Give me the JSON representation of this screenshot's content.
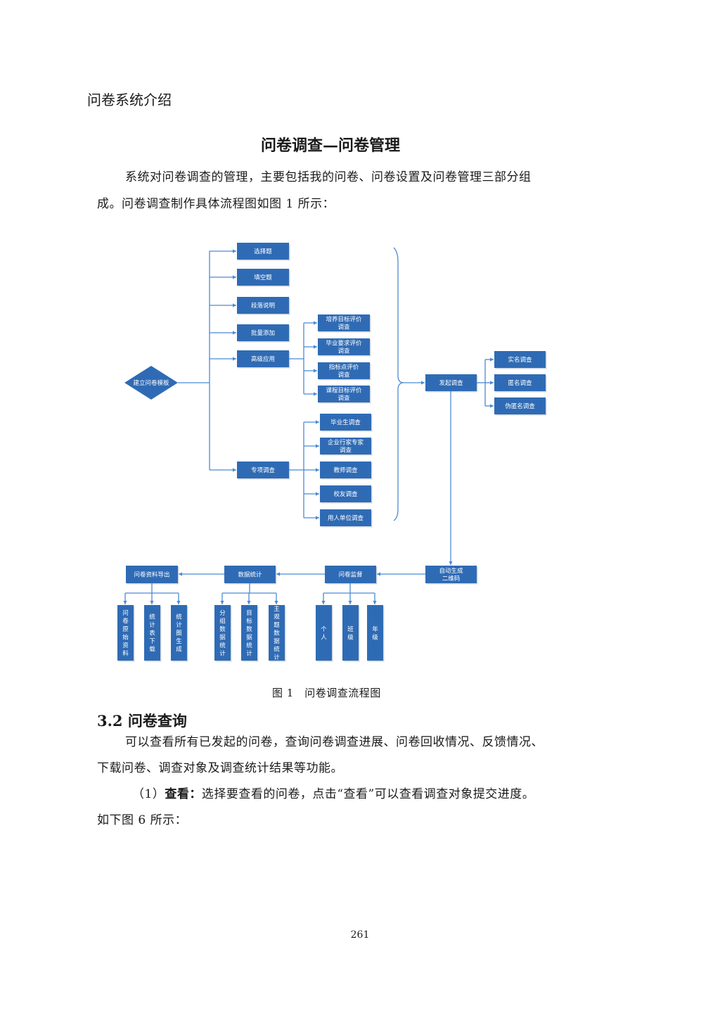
{
  "header": "问卷系统介绍",
  "title": "问卷调查—问卷管理",
  "para1": {
    "line1": "系统对问卷调查的管理，主要包括我的问卷、问卷设置及问卷管理三部分组",
    "line2": "成。问卷调查制作具体流程图如图 1 所示："
  },
  "figure": {
    "caption": "图 1　问卷调查流程图",
    "colors": {
      "node": "#2f6bb5",
      "line": "#4a8ad4"
    },
    "root": "建立问卷模板",
    "level1": [
      "选择题",
      "填空题",
      "段落说明",
      "批量添加",
      "高级应用",
      "专项调查"
    ],
    "advanced": [
      [
        "培养目标评价",
        "调查"
      ],
      [
        "毕业要求评价",
        "调查"
      ],
      [
        "指标点评价",
        "调查"
      ],
      [
        "课程目标评价",
        "调查"
      ]
    ],
    "special": [
      [
        "毕业生调查"
      ],
      [
        "企业行家专家",
        "调查"
      ],
      [
        "教师调查"
      ],
      [
        "校友调查"
      ],
      [
        "用人单位调查"
      ]
    ],
    "launch": "发起调查",
    "launch_types": [
      "实名调查",
      "匿名调查",
      "伪匿名调查"
    ],
    "qrcode": [
      "自动生成",
      "二维码"
    ],
    "monitor": "问卷监督",
    "stats": "数据统计",
    "export": "问卷资料导出",
    "export_items": [
      "问卷原始资料",
      "统计表下载",
      "统计图生成"
    ],
    "stats_items": [
      "分组数据统计",
      "目标数据统计",
      "主观题数据统计"
    ],
    "monitor_items": [
      "个人",
      "班级",
      "年级"
    ]
  },
  "section": "3.2 问卷查询",
  "para2": {
    "line1": "可以查看所有已发起的问卷，查询问卷调查进展、问卷回收情况、反馈情况、",
    "line2": "下载问卷、调查对象及调查统计结果等功能。"
  },
  "para3": {
    "num": "（1）",
    "bold": "查看：",
    "rest": "选择要查看的问卷，点击“查看”可以查看调查对象提交进度。",
    "line2": "如下图 6 所示："
  },
  "page_number": "261"
}
